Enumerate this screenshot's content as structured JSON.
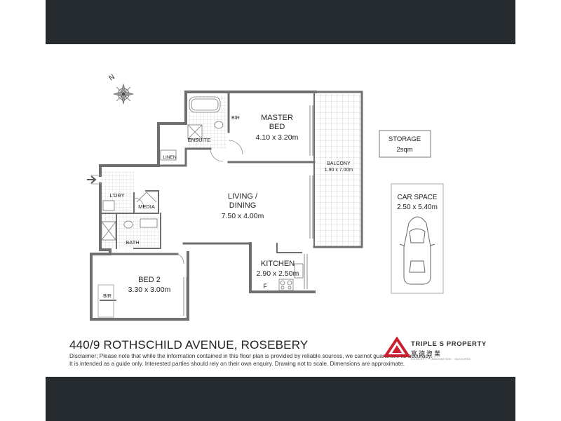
{
  "plan": {
    "rooms": {
      "master_bed": {
        "name": "MASTER\nBED",
        "dims": "4.10 x 3.20m"
      },
      "bir_master": "BIR",
      "ensuite": "ENSUITE",
      "linen": "LINEN",
      "laundry": "L'DRY",
      "media": "MEDIA",
      "bath": "BATH",
      "living": {
        "name": "LIVING /\nDINING",
        "dims": "7.50 x 4.00m"
      },
      "balcony": {
        "name": "BALCONY",
        "dims": "1.90 x 7.00m"
      },
      "kitchen": {
        "name": "KITCHEN",
        "dims": "2.90 x 2.50m"
      },
      "fridge": "F",
      "bed2": {
        "name": "BED 2",
        "dims": "3.30 x 3.00m"
      },
      "bir_bed2": "BIR"
    },
    "storage": {
      "name": "STORAGE",
      "size": "2sqm"
    },
    "car_space": {
      "name": "CAR SPACE",
      "dims": "2.50 x 5.40m"
    },
    "north_label": "N"
  },
  "footer": {
    "address": "440/9 ROTHSCHILD AVENUE, ROSEBERY",
    "disclaimer_line1": "Disclaimer; Please note that while the information contained in this floor plan is provided by reliable sources, we cannot guarantee its accuracy.",
    "disclaimer_line2": "It is intended as a guide only. Interested parties should rely on their own enquiry. Drawing not to scale. Dimensions are approximate.",
    "brand_name": "TRIPLE S PROPERTY",
    "brand_chinese": "富德資業",
    "brand_tagline": "CONCEPT · INNOVATION · SUCCESS"
  },
  "colors": {
    "band": "#262b30",
    "wall": "#6f6f6f",
    "brand_red": "#c8202f"
  }
}
